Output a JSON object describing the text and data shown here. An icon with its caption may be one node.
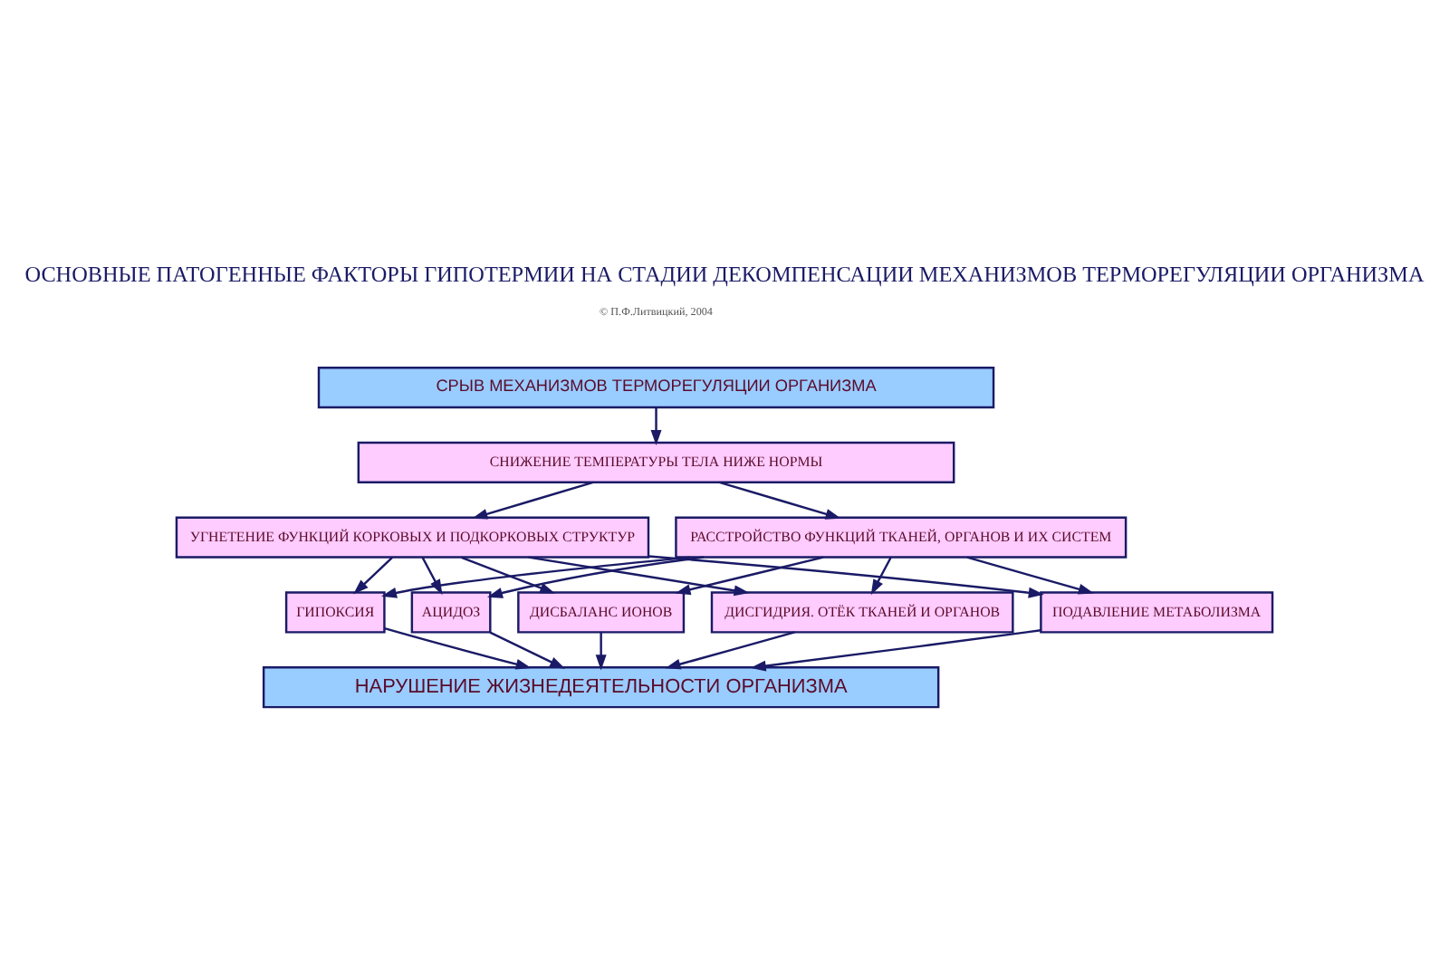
{
  "diagram": {
    "title": "ОСНОВНЫЕ ПАТОГЕННЫЕ ФАКТОРЫ ГИПОТЕРМИИ НА СТАДИИ ДЕКОМПЕНСАЦИИ МЕХАНИЗМОВ ТЕРМОРЕГУЛЯЦИИ ОРГАНИЗМА",
    "nodes": [
      {
        "text": [
          "СРЫВ МЕХАНИЗМОВ ТЕРМОРЕГУЛЯЦИИ ОРГАНИЗМА"
        ]
      },
      {
        "text": [
          "СНИЖЕНИЕ ТЕМПЕРАТУРЫ ТЕЛА НИЖЕ НОРМЫ"
        ]
      },
      {
        "text": [
          "УГНЕТЕНИЕ ФУНКЦИЙ КОРКОВЫХ И ПОДКОРКОВЫХ СТРУКТУР"
        ]
      },
      {
        "text": [
          "РАССТРОЙСТВО ФУНКЦИЙ ТКАНЕЙ, ОРГАНОВ И ИХ СИСТЕМ"
        ]
      },
      {
        "text": [
          "ПОДАВЛЕНИЕ МЕТАБОЛИЗМА"
        ]
      },
      {
        "text": [
          "ГИПОКСИЯ"
        ]
      },
      {
        "text": [
          "АЦИДОЗ"
        ]
      },
      {
        "text": [
          "ДИСБАЛАНС ИОНОВ"
        ]
      },
      {
        "text": [
          "ДИСГИДРИЯ. ОТЁК ТКАНЕЙ И ОРГАНОВ"
        ]
      },
      {
        "text": [
          "НАРУШЕНИЕ ЖИЗНЕДЕЯТЕЛЬНОСТИ ОРГАНИЗМА"
        ]
      }
    ],
    "edges": [
      {
        "from": 0,
        "to": 1,
        "arrow": "to"
      },
      {
        "from": 1,
        "to": 2,
        "arrow": "to"
      },
      {
        "from": 1,
        "to": 3,
        "arrow": "to"
      },
      {
        "from": 2,
        "to": 4,
        "arrow": "to"
      },
      {
        "from": 2,
        "to": 5,
        "arrow": "to"
      },
      {
        "from": 2,
        "to": 6,
        "arrow": "to"
      },
      {
        "from": 2,
        "to": 7,
        "arrow": "to"
      },
      {
        "from": 2,
        "to": 8,
        "arrow": "to"
      },
      {
        "from": 3,
        "to": 4,
        "arrow": "to"
      },
      {
        "from": 3,
        "to": 5,
        "arrow": "to"
      },
      {
        "from": 3,
        "to": 6,
        "arrow": "to"
      },
      {
        "from": 3,
        "to": 7,
        "arrow": "to"
      },
      {
        "from": 3,
        "to": 8,
        "arrow": "to"
      },
      {
        "from": 4,
        "to": 9,
        "arrow": "to"
      },
      {
        "from": 5,
        "to": 9,
        "arrow": "to"
      },
      {
        "from": 6,
        "to": 9,
        "arrow": "to"
      },
      {
        "from": 7,
        "to": 9,
        "arrow": "to"
      },
      {
        "from": 8,
        "to": 9,
        "arrow": "to"
      }
    ],
    "labels": [
      "© П.Ф.Литвицкий, 2004"
    ]
  }
}
